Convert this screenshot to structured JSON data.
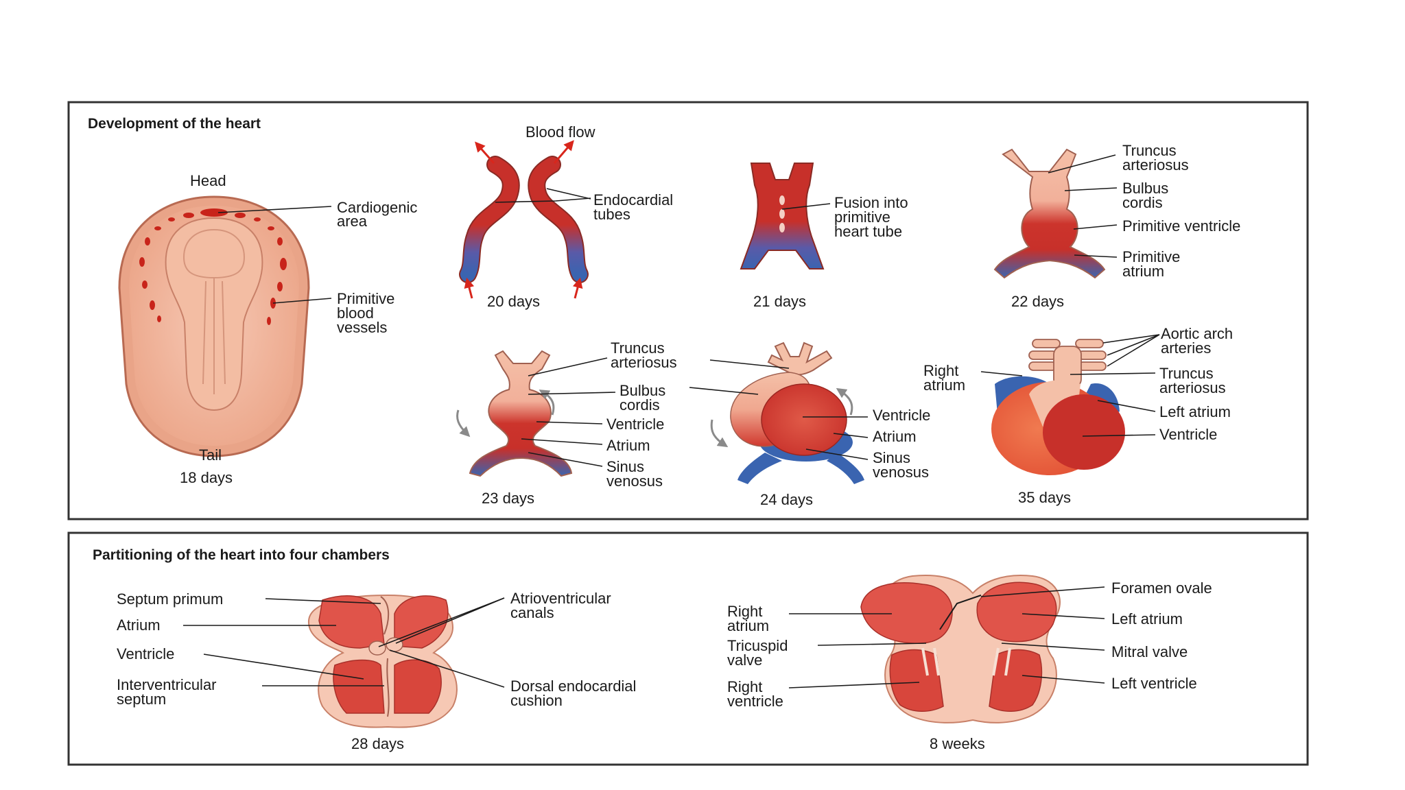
{
  "colors": {
    "arterial": "#c7302a",
    "venous": "#3a64b0",
    "tissue": "#f2b89e",
    "chamber": "#e0544a",
    "border": "#333333"
  },
  "development": {
    "title": "Development of the heart",
    "blood_flow": "Blood flow",
    "embryo": {
      "head": "Head",
      "tail": "Tail",
      "cardiogenic_area": [
        "Cardiogenic",
        "area"
      ],
      "primitive_blood_vessels": [
        "Primitive",
        "blood",
        "vessels"
      ],
      "age": "18 days"
    },
    "day20": {
      "endocardial_tubes": [
        "Endocardial",
        "tubes"
      ],
      "age": "20 days"
    },
    "day21": {
      "fusion": [
        "Fusion into",
        "primitive",
        "heart tube"
      ],
      "age": "21 days"
    },
    "day22": {
      "truncus": [
        "Truncus",
        "arteriosus"
      ],
      "bulbus": [
        "Bulbus",
        "cordis"
      ],
      "ventricle": "Primitive ventricle",
      "atrium": [
        "Primitive",
        "atrium"
      ],
      "age": "22 days"
    },
    "day23": {
      "truncus": [
        "Truncus",
        "arteriosus"
      ],
      "bulbus": [
        "Bulbus",
        "cordis"
      ],
      "ventricle": "Ventricle",
      "atrium": "Atrium",
      "sinus": [
        "Sinus",
        "venosus"
      ],
      "age": "23 days"
    },
    "day24": {
      "ventricle": "Ventricle",
      "atrium": "Atrium",
      "sinus": [
        "Sinus",
        "venosus"
      ],
      "age": "24 days"
    },
    "day35": {
      "aortic": [
        "Aortic arch",
        "arteries"
      ],
      "right_atrium": [
        "Right",
        "atrium"
      ],
      "truncus": [
        "Truncus",
        "arteriosus"
      ],
      "left_atrium": "Left atrium",
      "ventricle": "Ventricle",
      "age": "35 days"
    }
  },
  "partition": {
    "title": "Partitioning of the heart into four chambers",
    "day28": {
      "septum_primum": "Septum primum",
      "atrium": "Atrium",
      "ventricle": "Ventricle",
      "interventricular": [
        "Interventricular",
        "septum"
      ],
      "av_canals": [
        "Atrioventricular",
        "canals"
      ],
      "dorsal_cushion": [
        "Dorsal endocardial",
        "cushion"
      ],
      "age": "28 days"
    },
    "week8": {
      "right_atrium": [
        "Right",
        "atrium"
      ],
      "tricuspid": [
        "Tricuspid",
        "valve"
      ],
      "right_ventricle": [
        "Right",
        "ventricle"
      ],
      "foramen_ovale": "Foramen ovale",
      "left_atrium": "Left atrium",
      "mitral_valve": "Mitral valve",
      "left_ventricle": "Left ventricle",
      "age": "8 weeks"
    }
  }
}
